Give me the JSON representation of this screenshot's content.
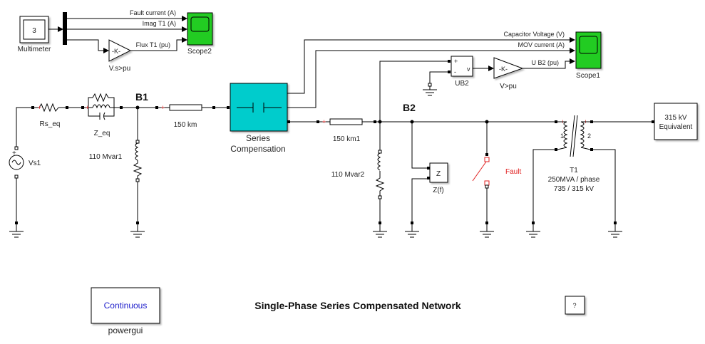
{
  "diagram": {
    "title": "Single-Phase Series Compensated Network",
    "colors": {
      "scope": "#22cc22",
      "series_comp": "#00cccc",
      "fault": "#e02020",
      "powergui_text": "#2222cc"
    },
    "blocks": {
      "multimeter": {
        "value": "3",
        "label": "Multimeter"
      },
      "scope2": {
        "label": "Scope2",
        "inputs": [
          "Fault current (A)",
          "Imag  T1 (A)",
          "Flux  T1 (pu)"
        ]
      },
      "gain_vs": {
        "text": "-K-",
        "label": "V.s>pu"
      },
      "scope1": {
        "label": "Scope1",
        "inputs": [
          "Capacitor Voltage (V)",
          "MOV current (A)",
          "U B2 (pu)"
        ]
      },
      "ub2": {
        "label": "UB2",
        "plus": "+",
        "minus": "-",
        "out": "v"
      },
      "gain_v": {
        "text": "-K-",
        "label": "V>pu"
      },
      "rs_eq": {
        "label": "Rs_eq"
      },
      "z_eq": {
        "label": "Z_eq"
      },
      "vs1": {
        "label": "Vs1"
      },
      "b1": {
        "label": "B1"
      },
      "b2": {
        "label": "B2"
      },
      "mvar1": {
        "label": "110 Mvar1"
      },
      "mvar2": {
        "label": "110 Mvar2"
      },
      "line1": {
        "label": "150 km"
      },
      "line2": {
        "label": "150 km1"
      },
      "series_comp": {
        "label_line1": "Series",
        "label_line2": "Compensation"
      },
      "zf": {
        "text": "Z",
        "label": "Z(f)"
      },
      "fault": {
        "label": "Fault"
      },
      "t1": {
        "label_line1": "T1",
        "label_line2": "250MVA / phase",
        "label_line3": "735 / 315 kV",
        "w1": "1",
        "w2": "2"
      },
      "equivalent": {
        "line1": "315 kV",
        "line2": "Equivalent"
      },
      "powergui": {
        "text": "Continuous",
        "label": "powergui"
      },
      "help": {
        "text": "?"
      }
    }
  }
}
